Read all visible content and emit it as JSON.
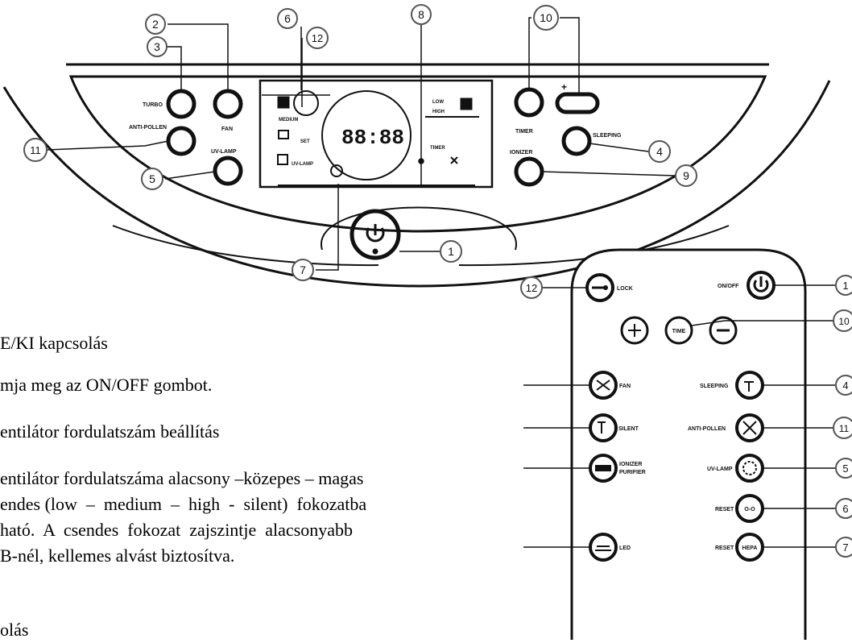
{
  "panel": {
    "buttons": {
      "turbo": "TURBO",
      "anti_pollen": "ANTI-POLLEN",
      "fan": "FAN",
      "uv_lamp": "UV-LAMP",
      "timer": "TIMER",
      "ionizer": "IONIZER",
      "sleeping": "SLEEPING"
    },
    "display": {
      "time": "88:88",
      "icon_labels": [
        "MEDIUM",
        "SET",
        "UV-LAMP",
        "LOW",
        "HIGH",
        "TIMER"
      ]
    }
  },
  "callouts": {
    "panel": [
      "1",
      "2",
      "3",
      "4",
      "5",
      "6",
      "7",
      "8",
      "9",
      "10",
      "11",
      "12"
    ],
    "remote": [
      "12",
      "1",
      "10",
      "4",
      "11",
      "5",
      "6",
      "7"
    ]
  },
  "remote": {
    "lock": "LOCK",
    "on_off": "ON/OFF",
    "time": "TIME",
    "fan": "FAN",
    "sleeping": "SLEEPING",
    "silent": "SILENT",
    "anti_pollen": "ANTI-POLLEN",
    "ionizer": "IONIZER",
    "purifier": "PURIFIER",
    "uv_lamp": "UV-LAMP",
    "reset_filter": "RESET",
    "filter_badge": "O-O",
    "reset_hepa": "RESET",
    "hepa_badge": "HEPA",
    "led": "LED"
  },
  "text": {
    "line1": "E/KI kapcsolás",
    "line2": "mja meg az ON/OFF gombot.",
    "line3": "entilátor fordulatszám beállítás",
    "line4": "entilátor fordulatszáma alacsony –közepes – magas",
    "line5": "endes (low  –  medium  –  high  -  silent)  fokozatba",
    "line6": "ható.  A  csendes  fokozat  zajszintje  alacsonyabb",
    "line7": "B-nél, kellemes alvást biztosítva.",
    "line8": "olás"
  }
}
